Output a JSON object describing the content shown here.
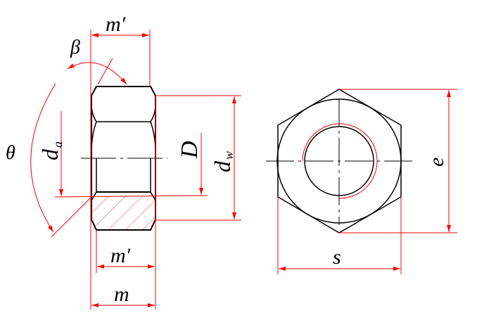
{
  "labels": {
    "m_prime_top": "m′",
    "beta": "β",
    "theta": "θ",
    "d_a": "d",
    "d_a_sub": "a",
    "D": "D",
    "d_w": "d",
    "d_w_sub": "w",
    "m_prime_bottom": "m′",
    "m": "m",
    "e": "e",
    "s": "s"
  },
  "colors": {
    "outline": "#000000",
    "dimension": "#ff0000"
  }
}
